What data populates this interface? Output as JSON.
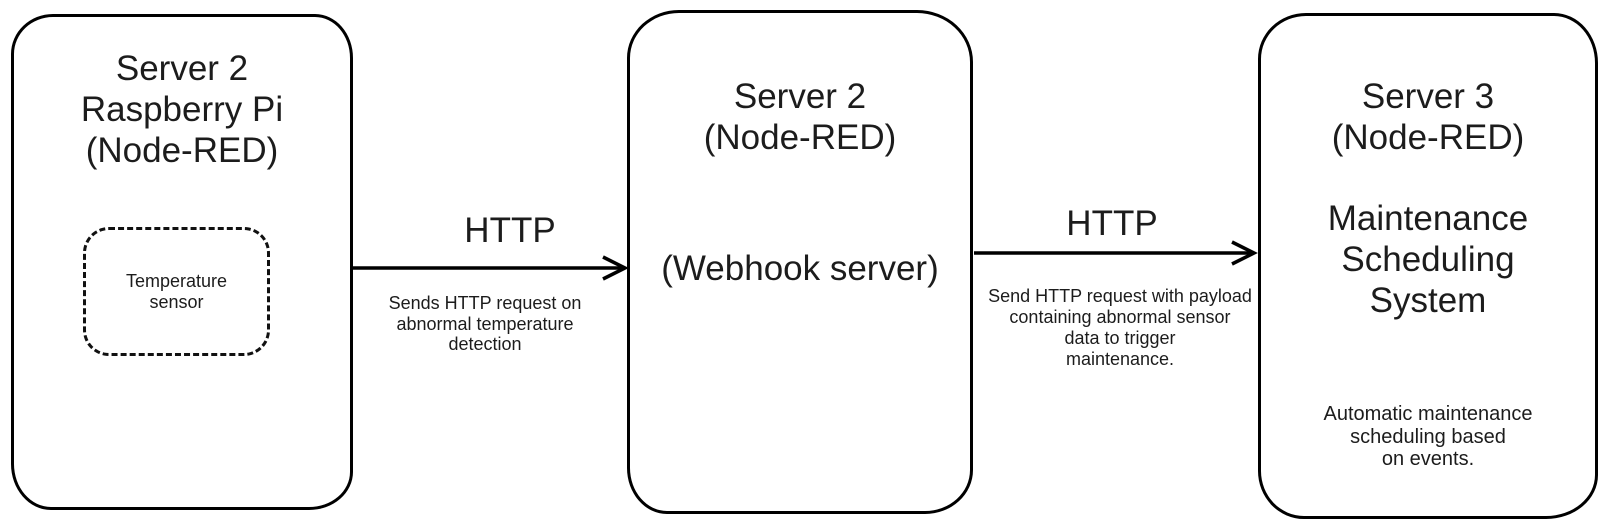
{
  "canvas": {
    "background": "#ffffff",
    "stroke_color": "#000000",
    "text_color": "#1c1c1c"
  },
  "nodes": {
    "pi": {
      "title": [
        "Server 2",
        "Raspberry Pi",
        "(Node-RED)"
      ],
      "sensor": {
        "label": [
          "Temperature",
          "sensor"
        ]
      }
    },
    "webhook": {
      "title": [
        "Server 2",
        "(Node-RED)"
      ],
      "body": "(Webhook server)"
    },
    "maintenance": {
      "title": [
        "Server 3",
        "(Node-RED)"
      ],
      "subtitle": [
        "Maintenance",
        "Scheduling",
        "System"
      ],
      "body": [
        "Automatic maintenance",
        "scheduling based",
        "on events."
      ]
    }
  },
  "edges": {
    "edge1": {
      "label": "HTTP",
      "caption": [
        "Sends HTTP request on",
        "abnormal temperature",
        "detection"
      ]
    },
    "edge2": {
      "label": "HTTP",
      "caption": [
        "Send HTTP request with payload",
        "containing abnormal sensor",
        "data to trigger",
        "maintenance."
      ]
    }
  }
}
